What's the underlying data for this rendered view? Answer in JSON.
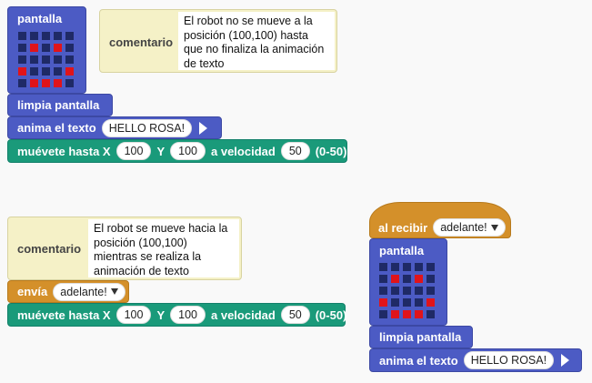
{
  "screen_label": "pantalla",
  "comment_label": "comentario",
  "led_rows": [
    [
      0,
      0,
      0,
      0,
      0
    ],
    [
      0,
      1,
      0,
      1,
      0
    ],
    [
      0,
      0,
      0,
      0,
      0
    ],
    [
      1,
      0,
      0,
      0,
      1
    ],
    [
      0,
      1,
      1,
      1,
      0
    ]
  ],
  "colors": {
    "led_on": "#e0141a",
    "led_off": "#1f2a66"
  },
  "group1": {
    "comment_text": "El robot no se mueve a la posición (100,100) hasta que no finaliza la animación de texto",
    "clear": "limpia pantalla",
    "animate_label": "anima el texto",
    "animate_text": "HELLO ROSA!",
    "move_label": "muévete hasta X",
    "x": "100",
    "y_label": "Y",
    "y": "100",
    "speed_label": "a velocidad",
    "speed": "50",
    "range": "(0-50)"
  },
  "group2": {
    "comment_text": "El robot se mueve hacia la posición (100,100) mientras se realiza la animación de texto",
    "send_label": "envía",
    "send_value": "adelante!",
    "move_label": "muévete hasta X",
    "x": "100",
    "y_label": "Y",
    "y": "100",
    "speed_label": "a velocidad",
    "speed": "50",
    "range": "(0-50)"
  },
  "group3": {
    "receive_label": "al recibir",
    "receive_value": "adelante!",
    "clear": "limpia pantalla",
    "animate_label": "anima el texto",
    "animate_text": "HELLO ROSA!"
  }
}
